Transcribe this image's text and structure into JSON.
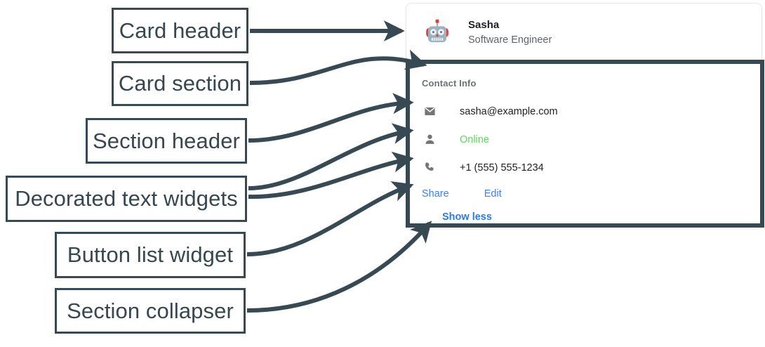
{
  "annotations": {
    "labels": [
      {
        "id": "card-header",
        "text": "Card header"
      },
      {
        "id": "card-section",
        "text": "Card section"
      },
      {
        "id": "section-header",
        "text": "Section header"
      },
      {
        "id": "decorated-text",
        "text": "Decorated text widgets"
      },
      {
        "id": "button-list",
        "text": "Button list widget"
      },
      {
        "id": "section-collapser",
        "text": "Section collapser"
      }
    ],
    "stroke_color": "#374A54",
    "text_color": "#36474F"
  },
  "card": {
    "header": {
      "avatar_icon": "robot-avatar-icon",
      "name": "Sasha",
      "subtitle": "Software Engineer"
    },
    "section": {
      "title": "Contact Info",
      "rows": [
        {
          "icon": "email-icon",
          "value": "sasha@example.com",
          "style": "default"
        },
        {
          "icon": "person-icon",
          "value": "Online",
          "style": "online"
        },
        {
          "icon": "phone-icon",
          "value": "+1 (555) 555-1234",
          "style": "default"
        }
      ],
      "buttons": [
        {
          "id": "share",
          "label": "Share"
        },
        {
          "id": "edit",
          "label": "Edit"
        }
      ],
      "collapser": {
        "label": "Show less"
      }
    }
  },
  "colors": {
    "link_blue": "#3b82f6",
    "collapse_blue": "#2c7be5",
    "online_green": "#5fd75f",
    "icon_gray": "#757575",
    "muted_gray": "#5f6368",
    "card_border": "#e4e6e8",
    "annotation": "#374A54"
  }
}
